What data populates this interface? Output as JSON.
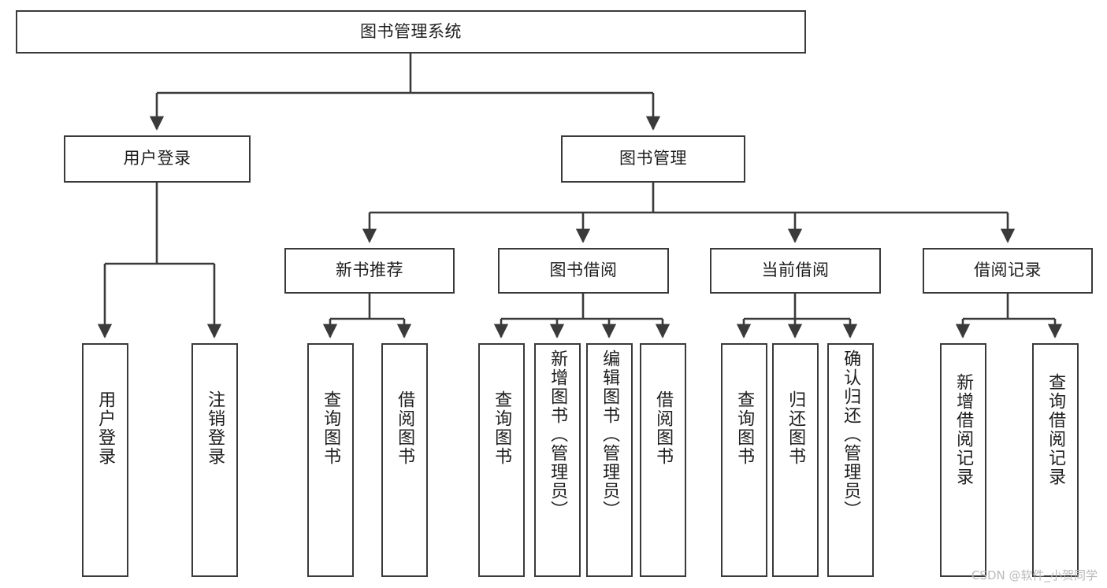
{
  "diagram": {
    "title": "图书管理系统",
    "type": "tree",
    "theme": {
      "background": "#ffffff",
      "stroke": "#3a3a3a",
      "text": "#1d1d1d",
      "watermark_color": "#b9b9b9"
    },
    "levels": [
      {
        "name": "root",
        "nodes": [
          {
            "id": "root",
            "label": "图书管理系统",
            "orientation": "horizontal"
          }
        ]
      },
      {
        "name": "modules",
        "nodes": [
          {
            "id": "user-login",
            "label": "用户登录",
            "orientation": "horizontal"
          },
          {
            "id": "book-manage",
            "label": "图书管理",
            "orientation": "horizontal"
          }
        ]
      },
      {
        "name": "submodules",
        "nodes": [
          {
            "id": "new-book-recommend",
            "label": "新书推荐",
            "orientation": "horizontal"
          },
          {
            "id": "book-borrow",
            "label": "图书借阅",
            "orientation": "horizontal"
          },
          {
            "id": "current-borrow",
            "label": "当前借阅",
            "orientation": "horizontal"
          },
          {
            "id": "borrow-record",
            "label": "借阅记录",
            "orientation": "horizontal"
          }
        ]
      },
      {
        "name": "leaves",
        "nodes": [
          {
            "id": "leaf-user-login",
            "label": "用户登录",
            "orientation": "vertical"
          },
          {
            "id": "leaf-logout",
            "label": "注销登录",
            "orientation": "vertical"
          },
          {
            "id": "leaf-query-book-1",
            "label": "查询图书",
            "orientation": "vertical"
          },
          {
            "id": "leaf-borrow-book-1",
            "label": "借阅图书",
            "orientation": "vertical"
          },
          {
            "id": "leaf-query-book-2",
            "label": "查询图书",
            "orientation": "vertical"
          },
          {
            "id": "leaf-add-book",
            "label": "新增图书（管理员）",
            "orientation": "vertical"
          },
          {
            "id": "leaf-edit-book",
            "label": "编辑图书（管理员）",
            "orientation": "vertical"
          },
          {
            "id": "leaf-borrow-book-2",
            "label": "借阅图书",
            "orientation": "vertical"
          },
          {
            "id": "leaf-query-book-3",
            "label": "查询图书",
            "orientation": "vertical"
          },
          {
            "id": "leaf-return-book",
            "label": "归还图书",
            "orientation": "vertical"
          },
          {
            "id": "leaf-confirm-return",
            "label": "确认归还（管理员）",
            "orientation": "vertical"
          },
          {
            "id": "leaf-add-record",
            "label": "新增借阅记录",
            "orientation": "vertical"
          },
          {
            "id": "leaf-query-record",
            "label": "查询借阅记录",
            "orientation": "vertical"
          }
        ]
      }
    ],
    "edges": [
      {
        "from": "root",
        "to": "user-login"
      },
      {
        "from": "root",
        "to": "book-manage"
      },
      {
        "from": "user-login",
        "to": "leaf-user-login"
      },
      {
        "from": "user-login",
        "to": "leaf-logout"
      },
      {
        "from": "book-manage",
        "to": "new-book-recommend"
      },
      {
        "from": "book-manage",
        "to": "book-borrow"
      },
      {
        "from": "book-manage",
        "to": "current-borrow"
      },
      {
        "from": "book-manage",
        "to": "borrow-record"
      },
      {
        "from": "new-book-recommend",
        "to": "leaf-query-book-1"
      },
      {
        "from": "new-book-recommend",
        "to": "leaf-borrow-book-1"
      },
      {
        "from": "book-borrow",
        "to": "leaf-query-book-2"
      },
      {
        "from": "book-borrow",
        "to": "leaf-add-book"
      },
      {
        "from": "book-borrow",
        "to": "leaf-edit-book"
      },
      {
        "from": "book-borrow",
        "to": "leaf-borrow-book-2"
      },
      {
        "from": "current-borrow",
        "to": "leaf-query-book-3"
      },
      {
        "from": "current-borrow",
        "to": "leaf-return-book"
      },
      {
        "from": "current-borrow",
        "to": "leaf-confirm-return"
      },
      {
        "from": "borrow-record",
        "to": "leaf-add-record"
      },
      {
        "from": "borrow-record",
        "to": "leaf-query-record"
      }
    ]
  },
  "watermark": {
    "text": "CSDN @软件_小贺同学"
  }
}
